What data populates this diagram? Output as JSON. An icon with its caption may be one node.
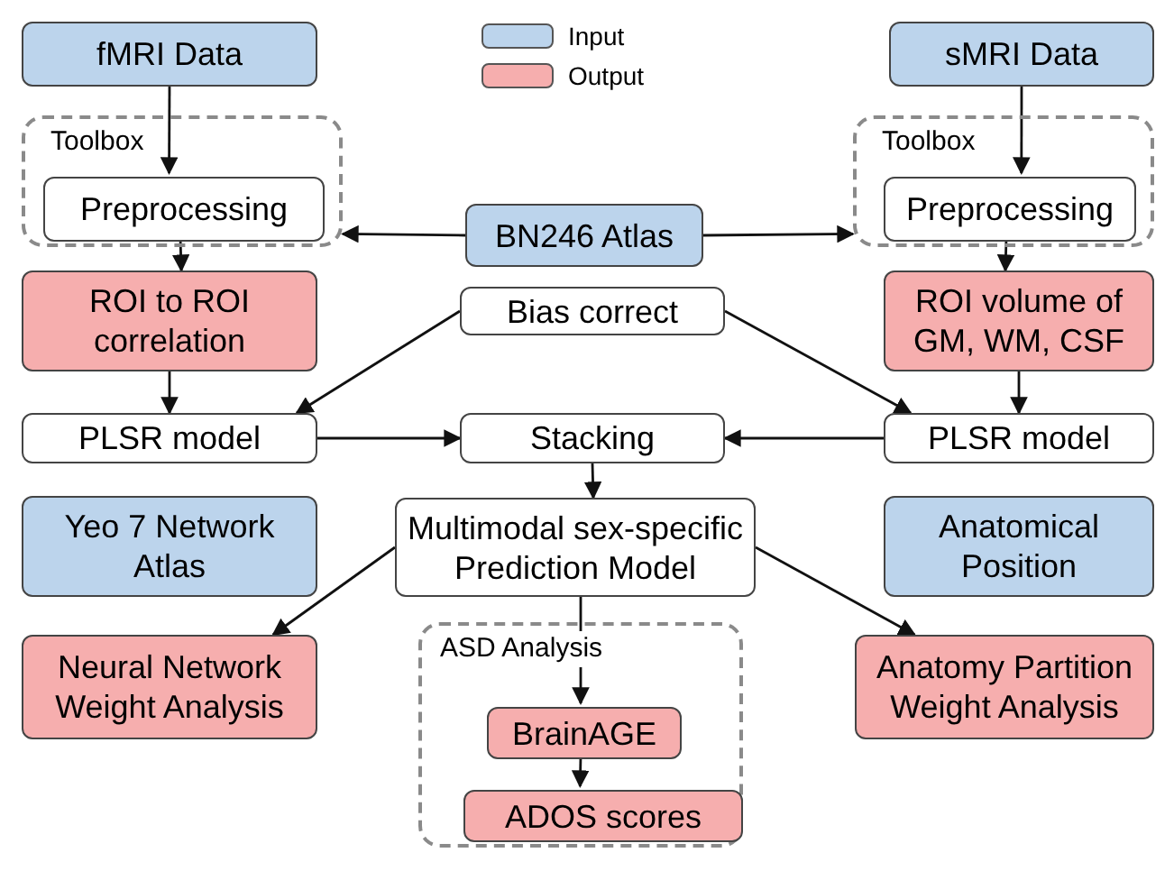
{
  "diagram": {
    "nodes": [
      {
        "text": [
          "fMRI Data"
        ]
      },
      {
        "text": [
          "Toolbox"
        ]
      },
      {
        "text": [
          "Preprocessing"
        ],
        "in": 1
      },
      {
        "text": [
          "BN246 Atlas"
        ]
      },
      {
        "text": [
          "sMRI Data"
        ]
      },
      {
        "text": [
          "Toolbox"
        ]
      },
      {
        "text": [
          "Preprocessing"
        ],
        "in": 5
      },
      {
        "text": [
          "ROI to ROI correlation"
        ]
      },
      {
        "text": [
          "Bias correct"
        ]
      },
      {
        "text": [
          "ROI volume of GM, WM, CSF"
        ]
      },
      {
        "text": [
          "PLSR model"
        ]
      },
      {
        "text": [
          "Stacking"
        ]
      },
      {
        "text": [
          "PLSR model"
        ]
      },
      {
        "text": [
          "Yeo 7 Network Atlas"
        ]
      },
      {
        "text": [
          "Multimodal sex-specific Prediction Model"
        ]
      },
      {
        "text": [
          "Anatomical Position"
        ]
      },
      {
        "text": [
          "Neural Network Weight Analysis"
        ]
      },
      {
        "text": [
          "ASD Analysis"
        ]
      },
      {
        "text": [
          "BrainAGE"
        ],
        "in": 17
      },
      {
        "text": [
          "ADOS scores"
        ],
        "in": 17
      },
      {
        "text": [
          "Anatomy Partition Weight Analysis"
        ]
      }
    ],
    "edges": [
      {
        "from": 0,
        "to": 2,
        "arrow": "to"
      },
      {
        "from": 3,
        "to": 1,
        "arrow": "to"
      },
      {
        "from": 3,
        "to": 5,
        "arrow": "to"
      },
      {
        "from": 4,
        "to": 6,
        "arrow": "to"
      },
      {
        "from": 2,
        "to": 7,
        "arrow": "to"
      },
      {
        "from": 6,
        "to": 9,
        "arrow": "to"
      },
      {
        "from": 7,
        "to": 10,
        "arrow": "to"
      },
      {
        "from": 9,
        "to": 12,
        "arrow": "to"
      },
      {
        "from": 8,
        "to": 10,
        "arrow": "to"
      },
      {
        "from": 8,
        "to": 12,
        "arrow": "to"
      },
      {
        "from": 10,
        "to": 11,
        "arrow": "to"
      },
      {
        "from": 12,
        "to": 11,
        "arrow": "to"
      },
      {
        "from": 11,
        "to": 14,
        "arrow": "to"
      },
      {
        "from": 14,
        "to": 16,
        "arrow": "to"
      },
      {
        "from": 14,
        "to": 20,
        "arrow": "to"
      },
      {
        "from": 14,
        "to": 18,
        "arrow": "to"
      },
      {
        "from": 18,
        "to": 19,
        "arrow": "to"
      }
    ],
    "legend": [
      {
        "text": "Input",
        "color": "#bcd4ec"
      },
      {
        "text": "Output",
        "color": "#f6aeae"
      }
    ]
  }
}
